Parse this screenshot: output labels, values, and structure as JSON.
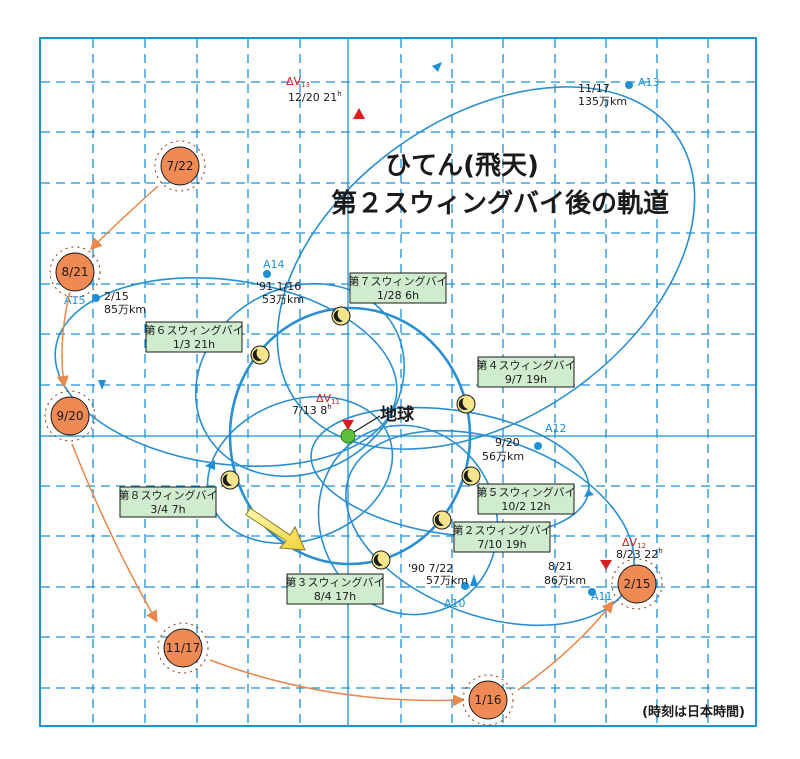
{
  "title": {
    "line1": "ひてん(飛天)",
    "line2": "第２スウィングバイ後の軌道"
  },
  "earth_label": "地球",
  "footnote": "(時刻は日本時間)",
  "colors": {
    "grid": "#1f8fd6",
    "orbit": "#2a8fd0",
    "sun": "#f08a55",
    "green_box": "#cfeccf",
    "moon": "#f6e58d",
    "arrow": "#e8884a"
  },
  "swingbys": [
    {
      "name": "第７スウィングバイ",
      "time": "1/28 6h"
    },
    {
      "name": "第６スウィングバイ",
      "time": "1/3 21h"
    },
    {
      "name": "第４スウィングバイ",
      "time": "9/7 19h"
    },
    {
      "name": "第５スウィングバイ",
      "time": "10/2 12h"
    },
    {
      "name": "第２スウィングバイ",
      "time": "7/10 19h"
    },
    {
      "name": "第８スウィングバイ",
      "time": "3/4 7h"
    },
    {
      "name": "第３スウィングバイ",
      "time": "8/4 17h"
    }
  ],
  "apogees": [
    {
      "id": "A13",
      "date": "11/17",
      "dist": "135万km"
    },
    {
      "id": "A14",
      "date": "'91 1/16",
      "dist": "53万km"
    },
    {
      "id": "A15",
      "date": "2/15",
      "dist": "85万km"
    },
    {
      "id": "A12",
      "date": "9/20",
      "dist": "56万km"
    },
    {
      "id": "A10",
      "date": "'90 7/22",
      "dist": "57万km"
    },
    {
      "id": "A11",
      "date": "8/21",
      "dist": "86万km"
    }
  ],
  "delta_v": [
    {
      "label": "ΔV",
      "sub": "13",
      "time": "12/20 21",
      "sup": "h"
    },
    {
      "label": "ΔV",
      "sub": "11",
      "time": "7/13  8",
      "sup": "h"
    },
    {
      "label": "ΔV",
      "sub": "12",
      "time": "8/23   22",
      "sup": "h"
    }
  ],
  "suns": [
    "7/22",
    "8/21",
    "9/20",
    "11/17",
    "1/16",
    "2/15"
  ]
}
